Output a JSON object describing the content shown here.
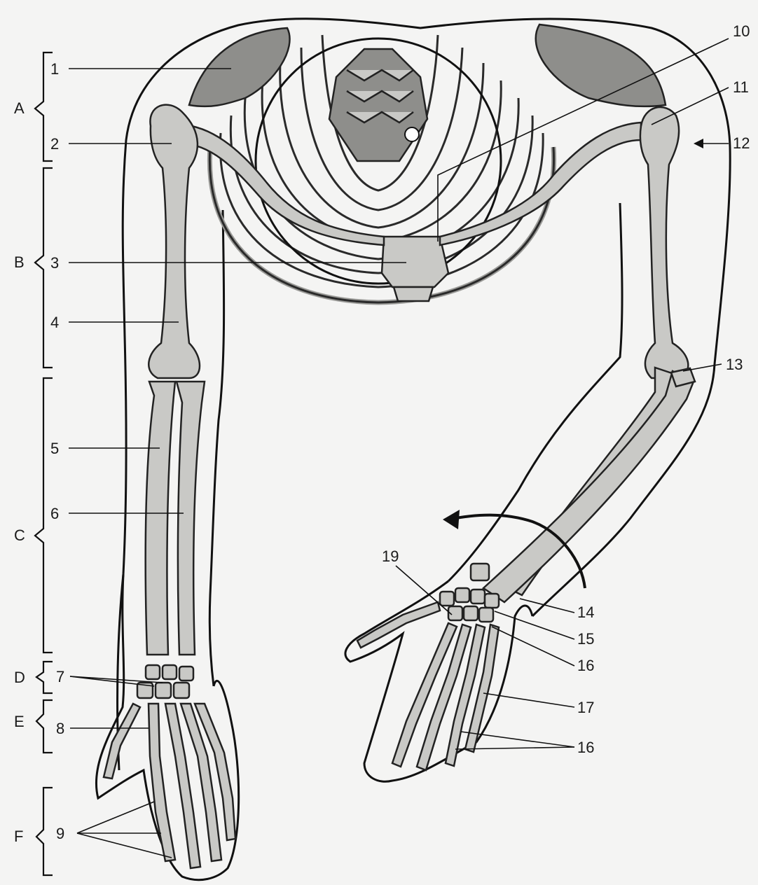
{
  "regions": [
    "A",
    "B",
    "C",
    "D",
    "E",
    "F"
  ],
  "numbers": {
    "n1": "1",
    "n2": "2",
    "n3": "3",
    "n4": "4",
    "n5": "5",
    "n6": "6",
    "n7": "7",
    "n8": "8",
    "n9": "9",
    "n10": "10",
    "n11": "11",
    "n12": "12",
    "n13": "13",
    "n14": "14",
    "n15": "15",
    "n16a": "16",
    "n17": "17",
    "n16b": "16",
    "n19": "19"
  }
}
